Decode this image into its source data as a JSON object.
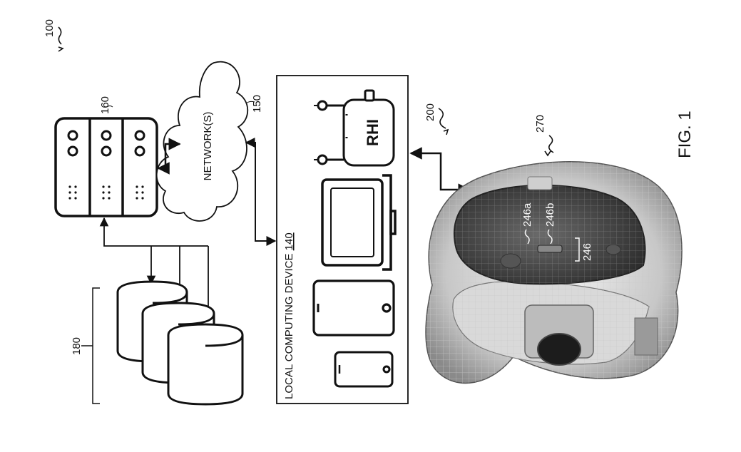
{
  "figure_label": "FIG. 1",
  "system_ref": "100",
  "servers_ref": "160",
  "network": {
    "label": "NETWORK(S)",
    "ref": "150"
  },
  "databases_ref": "180",
  "local_device": {
    "prefix": "LOCAL COMPUTING DEVICE ",
    "ref": "140"
  },
  "rhi_label": "RHI",
  "wearable": {
    "ref": "200",
    "sensor_ref": "270",
    "sensor_a": "246a",
    "sensor_b": "246b",
    "sensor_group": "246"
  }
}
